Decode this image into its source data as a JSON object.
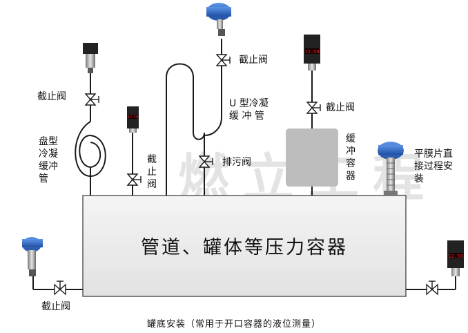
{
  "watermark": "燃立工程",
  "vessel": {
    "title": "管道、罐体等压力容器"
  },
  "caption": "罐底安装（常用于开口容器的液位测量）",
  "labels": {
    "valve_left_top": "截止阀",
    "coil_condenser": "盘型冷凝缓冲管",
    "valve_small_vertical": "截止阀",
    "valve_center_top": "截止阀",
    "u_condenser_line1": "U 型冷凝",
    "u_condenser_line2": "缓 冲 管",
    "drain_valve": "排污阀",
    "valve_buffer": "截止阀",
    "buffer_vessel": "缓冲容器",
    "flat_membrane": "平膜片直接过程安装",
    "valve_bottom_left": "截止阀"
  },
  "transmitter_display": "12.50",
  "colors": {
    "pipe": "#1a1a1a",
    "vessel_fill": "#ececec",
    "buffer_fill": "#bdbdbd",
    "transmitter_blue": "#2d6bc9",
    "transmitter_dark": "#222222",
    "display_red": "#e02020"
  }
}
